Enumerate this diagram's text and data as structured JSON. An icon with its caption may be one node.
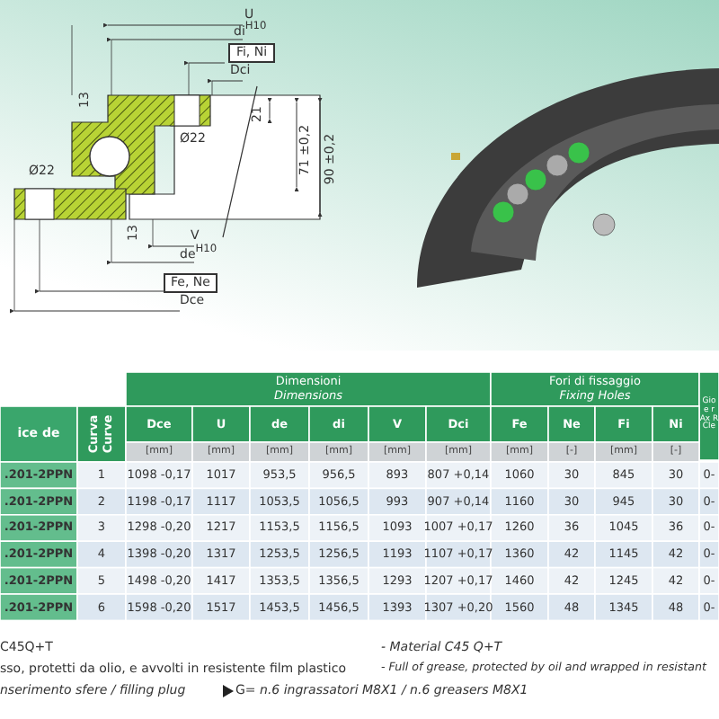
{
  "diagram": {
    "nodes": [
      {
        "text": [
          "Fi, Ni"
        ]
      },
      {
        "text": [
          "Fe, Ne"
        ]
      }
    ],
    "labels": [
      "U",
      "di$^{H10}$",
      "Dci",
      "13",
      "21",
      "71 ±0,2",
      "90 ±0,2",
      "Ø22",
      "Ø22",
      "13",
      "V",
      "de$^{H10}$",
      "Dce",
      "ice de",
      "Curva Curve",
      "Dimensioni",
      "Dimensions",
      "Fori di fissaggio",
      "Fixing Holes",
      "Gio e r Ax R Cle",
      "Dce",
      "U",
      "de",
      "di",
      "V",
      "Dci",
      "Fe",
      "Ne",
      "Fi",
      "Ni",
      "[mm]",
      "[mm]",
      "[mm]",
      "[mm]",
      "[mm]",
      "[mm]",
      "[mm]",
      "[-]",
      "[mm]",
      "[-]",
      ".201-2PPN",
      "1",
      "1098 -0,17",
      "1017",
      "953,5",
      "956,5",
      "893",
      "807 +0,14",
      "1060",
      "30",
      "845",
      "30",
      "0-",
      ".201-2PPN",
      "2",
      "1198 -0,17",
      "1117",
      "1053,5",
      "1056,5",
      "993",
      "907 +0,14",
      "1160",
      "30",
      "945",
      "30",
      "0-",
      ".201-2PPN",
      "3",
      "1298 -0,20",
      "1217",
      "1153,5",
      "1156,5",
      "1093",
      "1007 +0,17",
      "1260",
      "36",
      "1045",
      "36",
      "0-",
      ".201-2PPN",
      "4",
      "1398 -0,20",
      "1317",
      "1253,5",
      "1256,5",
      "1193",
      "1107 +0,17",
      "1360",
      "42",
      "1145",
      "42",
      "0-",
      ".201-2PPN",
      "5",
      "1498 -0,20",
      "1417",
      "1353,5",
      "1356,5",
      "1293",
      "1207 +0,17",
      "1460",
      "42",
      "1245",
      "42",
      "0-",
      ".201-2PPN",
      "6",
      "1598 -0,20",
      "1517",
      "1453,5",
      "1456,5",
      "1393",
      "1307 +0,20",
      "1560",
      "48",
      "1345",
      "48",
      "0-",
      "C45Q+T",
      "- Material C45 Q+T",
      "sso, protetti da olio, e avvolti in resistente film plastico",
      "- Full of grease, protected by oil and wrapped in resistant",
      "nserimento sfere / filling plug",
      "G= *n.6 ingrassatori M8X1 / n.6 greasers M8X1*"
    ]
  }
}
